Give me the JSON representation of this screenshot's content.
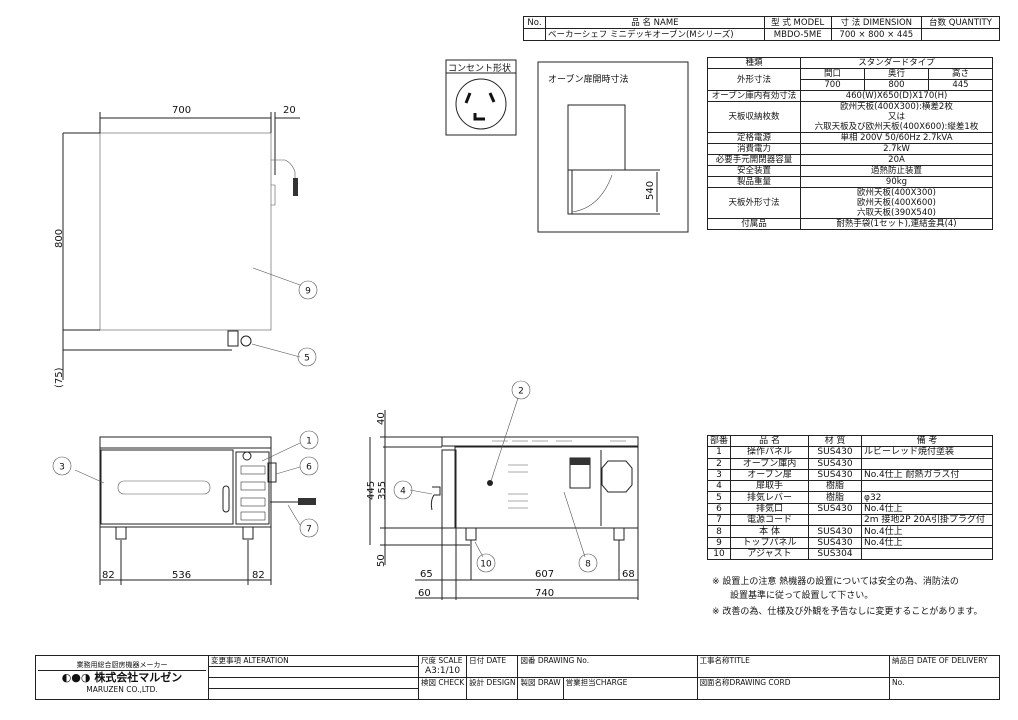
{
  "title_block": {
    "headers": [
      "No.",
      "品 名 NAME",
      "型 式 MODEL",
      "寸 法 DIMENSION",
      "台数 QUANTITY"
    ],
    "values": [
      "",
      "ベーカーシェフ ミニデッキオーブン(Mシリーズ)",
      "MBDO-5ME",
      "700 × 800 × 445",
      ""
    ]
  },
  "spec_table": {
    "type_label": "種類",
    "type_value": "スタンダードタイプ",
    "outer_label": "外形寸法",
    "outer_headers": [
      "間口",
      "奥行",
      "高さ"
    ],
    "outer_values": [
      "700",
      "800",
      "445"
    ],
    "rows": [
      {
        "label": "オーブン庫内有効寸法",
        "lines": [
          "460(W)X650(D)X170(H)"
        ]
      },
      {
        "label": "天板収納枚数",
        "lines": [
          "欧州天板(400X300):横差2枚",
          "又は",
          "六取天板及び欧州天板(400X600):縦差1枚"
        ]
      },
      {
        "label": "定格電源",
        "lines": [
          "単相 200V 50/60Hz 2.7kVA"
        ]
      },
      {
        "label": "消費電力",
        "lines": [
          "2.7kW"
        ]
      },
      {
        "label": "必要手元開閉器容量",
        "lines": [
          "20A"
        ]
      },
      {
        "label": "安全装置",
        "lines": [
          "過熱防止装置"
        ]
      },
      {
        "label": "製品重量",
        "lines": [
          "90kg"
        ]
      },
      {
        "label": "天板外形寸法",
        "lines": [
          "欧州天板(400X300)",
          "欧州天板(400X600)",
          "六取天板(390X540)"
        ]
      },
      {
        "label": "付属品",
        "lines": [
          "耐熱手袋(1セット),連結金具(4)"
        ]
      }
    ]
  },
  "parts_table": {
    "headers": [
      "部番",
      "品 名",
      "材 質",
      "備 考"
    ],
    "rows": [
      [
        "1",
        "操作パネル",
        "SUS430",
        "ルビーレッド焼付塗装"
      ],
      [
        "2",
        "オーブン庫内",
        "SUS430",
        ""
      ],
      [
        "3",
        "オーブン扉",
        "SUS430",
        "No.4仕上 耐熱ガラス付"
      ],
      [
        "4",
        "扉取手",
        "樹脂",
        ""
      ],
      [
        "5",
        "排気レバー",
        "樹脂",
        "φ32"
      ],
      [
        "6",
        "排気口",
        "SUS430",
        "No.4仕上"
      ],
      [
        "7",
        "電源コード",
        "",
        "2m 接地2P 20A引掛プラグ付"
      ],
      [
        "8",
        "本 体",
        "SUS430",
        "No.4仕上"
      ],
      [
        "9",
        "トップパネル",
        "SUS430",
        "No.4仕上"
      ],
      [
        "10",
        "アジャスト",
        "SUS304",
        ""
      ]
    ]
  },
  "notes": [
    "※ 設置上の注意 熱機器の設置については安全の為、消防法の",
    "設置基準に従って設置して下さい。",
    "※ 改善の為、仕様及び外観を予告なしに変更することがあります。"
  ],
  "outlet": {
    "title": "コンセント形状"
  },
  "door_open": {
    "title": "オーブン扉開時寸法",
    "dim": "540"
  },
  "top_view": {
    "dims": [
      "700",
      "20",
      "800",
      "(75)"
    ],
    "callouts": [
      "9",
      "5"
    ]
  },
  "front_view": {
    "dims": [
      "82",
      "536",
      "82"
    ],
    "callouts": [
      "3",
      "1",
      "6",
      "7"
    ]
  },
  "side_view": {
    "dims": [
      "40",
      "445",
      "355",
      "50",
      "65",
      "607",
      "68",
      "60",
      "740"
    ],
    "callouts": [
      "2",
      "4",
      "10",
      "8"
    ]
  },
  "footer": {
    "maker_tagline": "業務用総合厨房機器メーカー",
    "company_jp": "株式会社マルゼン",
    "company_en": "MARUZEN CO.,LTD.",
    "alteration": "変更事項 ALTERATION",
    "scale_label": "尺度 SCALE",
    "scale_value": "A3:1/10",
    "date": "日付 DATE",
    "drawing_no": "図番 DRAWING No.",
    "title": "工事名称TITLE",
    "delivery": "納品日 DATE OF DELIVERY",
    "check": "検図 CHECK",
    "design": "設計 DESIGN",
    "draw": "製図 DRAW",
    "charge": "営業担当CHARGE",
    "drawing_cord": "図面名称DRAWING CORD",
    "no": "No."
  }
}
